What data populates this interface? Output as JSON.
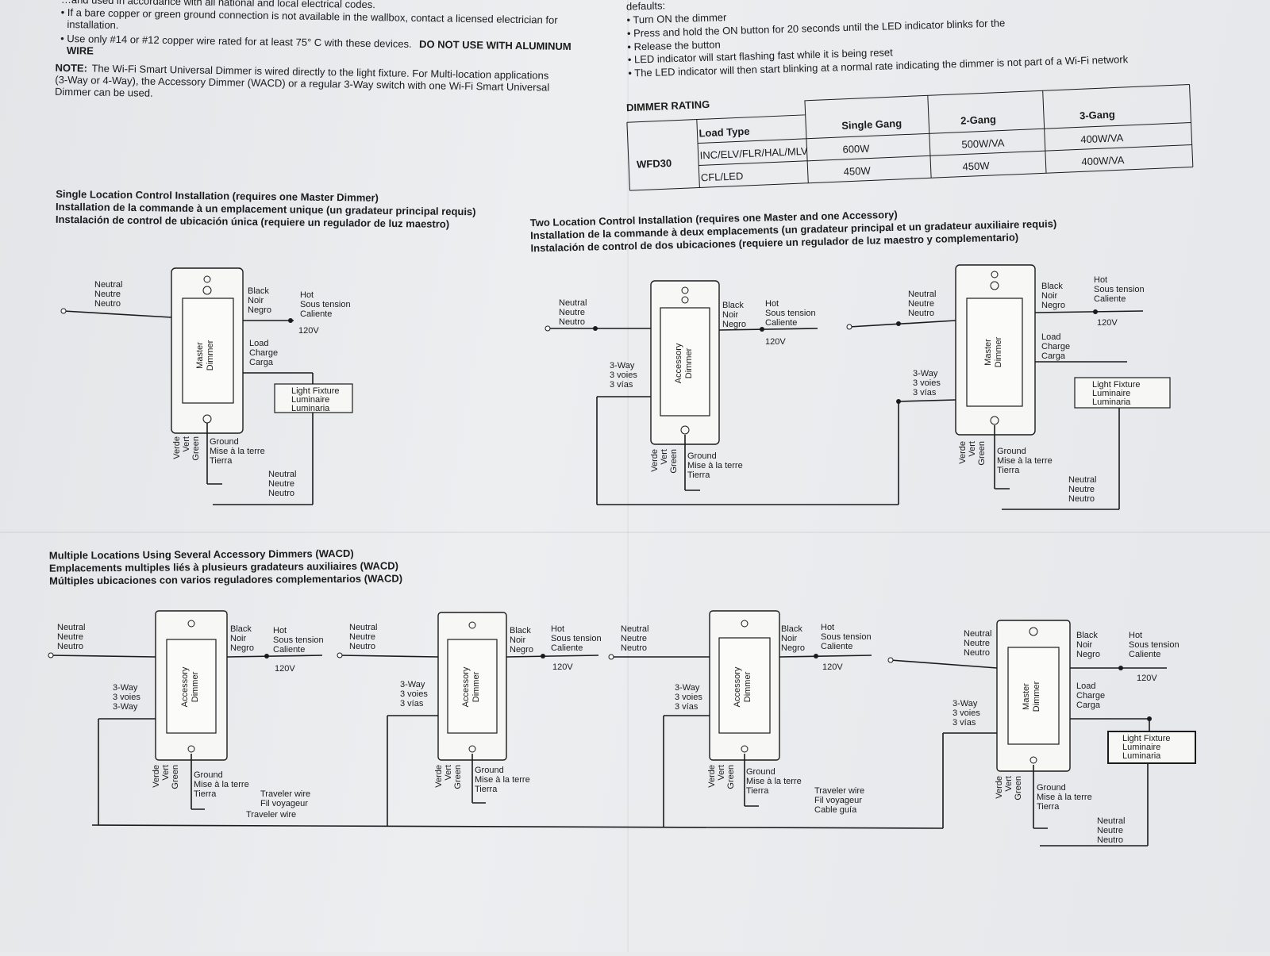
{
  "left_notes": {
    "line1": "…and used in accordance with all national and local electrical codes.",
    "line2a": "• If a bare copper or green ground connection is not available in the wallbox, contact a licensed electrician for",
    "line2b": "installation.",
    "line3a": "• Use only #14 or #12 copper wire rated for at least 75° C with these devices.",
    "line3b": "DO NOT USE WITH ALUMINUM",
    "line3c": "WIRE",
    "note_label": "NOTE:",
    "note1": "The Wi-Fi Smart Universal Dimmer is wired directly to the light fixture. For Multi-location applications",
    "note2": "(3-Way or 4-Way), the Accessory Dimmer (WACD) or a regular 3-Way switch with one Wi-Fi Smart Universal",
    "note3": "Dimmer can be used."
  },
  "reset_steps": {
    "defaults": "defaults:",
    "steps": [
      "• Turn ON the dimmer",
      "• Press and hold the ON button for 20 seconds until the LED indicator blinks for the",
      "• Release the button",
      "• LED indicator will start flashing fast while it is being reset",
      "• The LED indicator will then start blinking at a normal rate indicating the dimmer is not part of a Wi-Fi network"
    ]
  },
  "rating_table": {
    "title": "DIMMER RATING",
    "load_type_header": "Load Type",
    "columns": [
      "Single Gang",
      "2-Gang",
      "3-Gang"
    ],
    "model": "WFD30",
    "rows": [
      {
        "load": "INC/ELV/FLR/HAL/MLV",
        "values": [
          "600W",
          "500W/VA",
          "400W/VA"
        ]
      },
      {
        "load": "CFL/LED",
        "values": [
          "450W",
          "450W",
          "400W/VA"
        ]
      }
    ]
  },
  "single_location": {
    "title1": "Single Location Control Installation (requires one Master Dimmer)",
    "title2": "Installation de la commande à un emplacement unique (un gradateur principal requis)",
    "title3": "Instalación de control de ubicación única (requiere un regulador de luz maestro)"
  },
  "two_location": {
    "title1": "Two Location Control Installation (requires one Master and one Accessory)",
    "title2": "Installation de la commande à deux emplacements (un gradateur principal et un gradateur auxiliaire requis)",
    "title3": "Instalación de control de dos ubicaciones (requiere un regulador de luz maestro y complementario)"
  },
  "multi_location": {
    "title1": "Multiple Locations Using Several Accessory Dimmers (WACD)",
    "title2": "Emplacements multiples liés à plusieurs gradateurs auxiliaires (WACD)",
    "title3": "Múltiples ubicaciones con varios reguladores complementarios (WACD)"
  },
  "wire_labels": {
    "neutral": [
      "Neutral",
      "Neutre",
      "Neutro"
    ],
    "black": [
      "Black",
      "Noir",
      "Negro"
    ],
    "hot": [
      "Hot",
      "Sous tension",
      "Caliente"
    ],
    "voltage": "120V",
    "load": [
      "Load",
      "Charge",
      "Carga"
    ],
    "fixture": [
      "Light Fixture",
      "Luminaire",
      "Luminaria"
    ],
    "green": [
      "Green",
      "Vert",
      "Verde"
    ],
    "ground": [
      "Ground",
      "Mise à la terre",
      "Tierra"
    ],
    "threeway": [
      "3-Way",
      "3 voies",
      "3 vías"
    ],
    "traveler": [
      "Traveler wire",
      "Fil voyageur",
      "Cable guía"
    ]
  },
  "devices": {
    "master": [
      "Master",
      "Dimmer"
    ],
    "accessory": [
      "Accessory",
      "Dimmer"
    ]
  }
}
